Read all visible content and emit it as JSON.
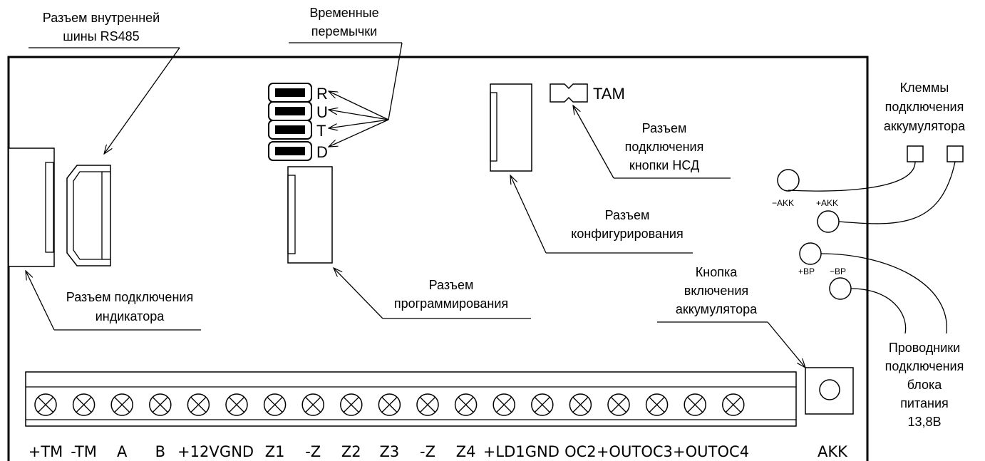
{
  "annotations": {
    "rs485": [
      "Разъем внутренней",
      "шины RS485"
    ],
    "jumpers": [
      "Временные",
      "перемычки"
    ],
    "indicator": [
      "Разъем подключения",
      "индикатора"
    ],
    "programming": [
      "Разъем",
      "программирования"
    ],
    "configuration": [
      "Разъем",
      "конфигурирования"
    ],
    "tamper": [
      "Разъем",
      "подключения",
      "кнопки НСД"
    ],
    "battery_terminals": [
      "Клеммы",
      "подключения",
      "аккумулятора"
    ],
    "battery_button": [
      "Кнопка",
      "включения",
      "аккумулятора"
    ],
    "psu_wires": [
      "Проводники",
      "подключения",
      "блока",
      "питания",
      "13,8В"
    ]
  },
  "jumpers": [
    "R",
    "U",
    "T",
    "D"
  ],
  "tam_label": "TAM",
  "board_labels": {
    "minus_akk": "−AKK",
    "plus_akk": "+AKK",
    "plus_bp": "+BP",
    "minus_bp": "−BP"
  },
  "terminals": [
    "+TM",
    "-TM",
    "A",
    "B",
    "+12V",
    "GND",
    "Z1",
    "-Z",
    "Z2",
    "Z3",
    "-Z",
    "Z4",
    "+LD1",
    "GND",
    "OC2",
    "+OUT",
    "OC3",
    "+OUT",
    "OC4"
  ],
  "akk_label": "AKK"
}
